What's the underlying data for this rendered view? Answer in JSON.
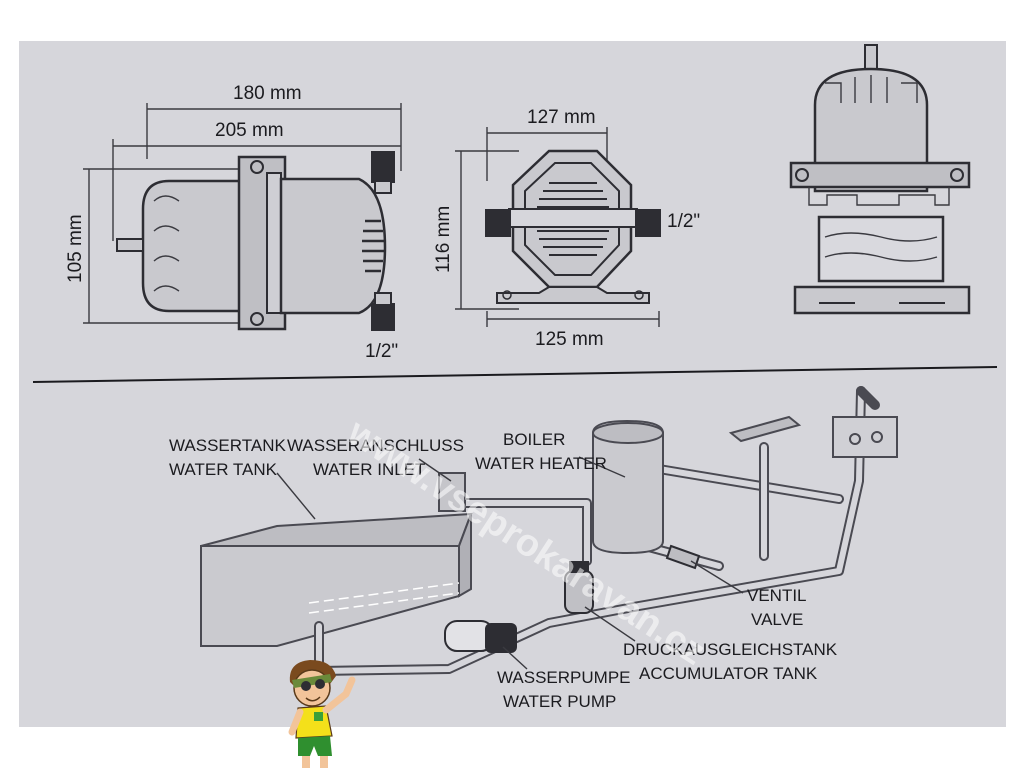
{
  "colors": {
    "sheet": "#d6d6db",
    "line": "#3a3a40",
    "text": "#1b1b1f"
  },
  "dimensions": {
    "side_length_inner": "180 mm",
    "side_length_outer": "205 mm",
    "side_height": "105 mm",
    "side_port": "1/2\"",
    "front_width_top": "127 mm",
    "front_width_bottom": "125 mm",
    "front_height": "116 mm",
    "front_port": "1/2\""
  },
  "labels": {
    "water_tank_de": "WASSERTANK",
    "water_tank_en": "WATER TANK",
    "water_inlet_de": "WASSERANSCHLUSS",
    "water_inlet_en": "WATER INLET",
    "boiler_de": "BOILER",
    "boiler_en": "WATER HEATER",
    "valve_de": "VENTIL",
    "valve_en": "VALVE",
    "accumulator_de": "DRUCKAUSGLEICHSTANK",
    "accumulator_en": "ACCUMULATOR TANK",
    "pump_de": "WASSERPUMPE",
    "pump_en": "WATER PUMP"
  },
  "watermark": "www.vseprokaravan.cz",
  "icons": [
    "pump-side-view-icon",
    "pump-front-view-icon",
    "accumulator-view-icon",
    "mascot-boy-icon"
  ]
}
